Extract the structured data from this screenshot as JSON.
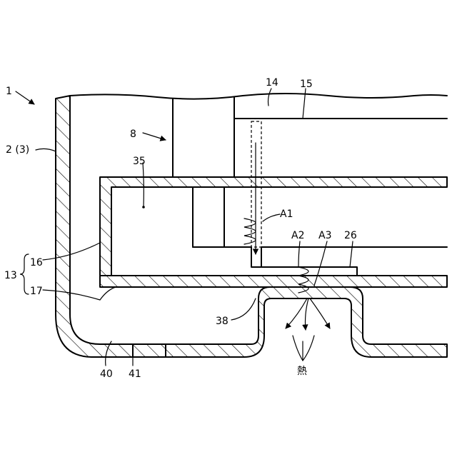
{
  "figure": {
    "labels": {
      "device": "1",
      "housing": "2 (3)",
      "part_8": "8",
      "part_13": "13",
      "part_14": "14",
      "part_15": "15",
      "part_16": "16",
      "part_17": "17",
      "part_26": "26",
      "part_35": "35",
      "part_38": "38",
      "part_40": "40",
      "part_41": "41",
      "arrow_a1": "A1",
      "arrow_a2": "A2",
      "arrow_a3": "A3",
      "heat": "熱"
    }
  }
}
